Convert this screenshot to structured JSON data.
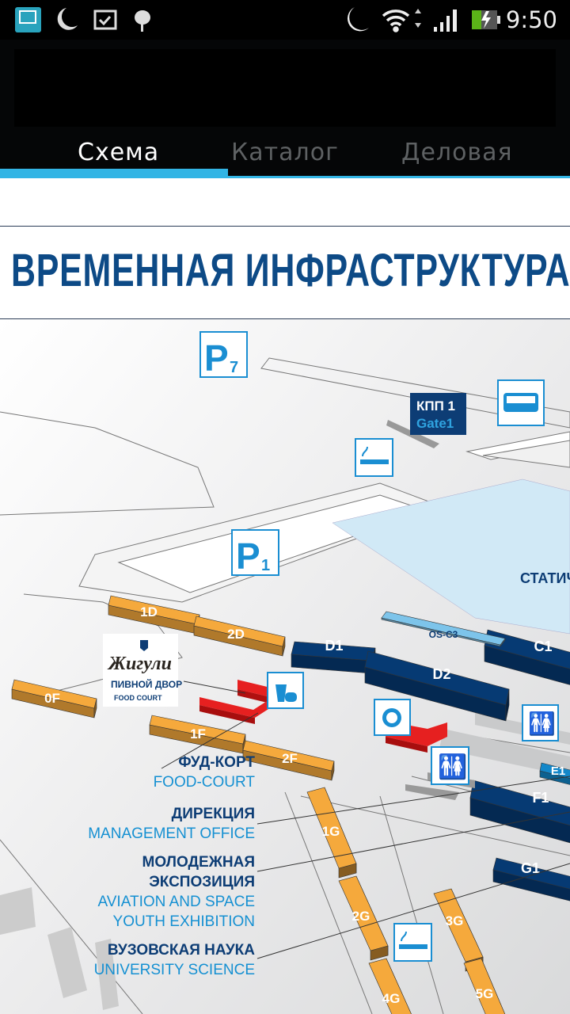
{
  "status_bar": {
    "time": "9:50",
    "icons": [
      "screen-cast-icon",
      "moon-icon",
      "clipboard-check-icon",
      "android-icon",
      "do-not-disturb-moon-icon",
      "wifi-icon",
      "signal-icon",
      "battery-charging-icon"
    ],
    "battery_color": "#5bb318"
  },
  "tabs": [
    {
      "label": "Схема",
      "selected": true
    },
    {
      "label": "Каталог"
    },
    {
      "label": "Деловая"
    }
  ],
  "accent": "#33b5e5",
  "map": {
    "title": "ВРЕМЕННАЯ ИНФРАСТРУКТУРА",
    "parking": [
      {
        "label": "P",
        "sub": "7"
      },
      {
        "label": "P",
        "sub": "1"
      }
    ],
    "gate": {
      "ru": "КПП 1",
      "en": "Gate1"
    },
    "static_area": "СТАТИЧ",
    "food_logo": {
      "brand": "Жигули",
      "line1": "ПИВНОЙ ДВОР",
      "line2": "FOOD COURT"
    },
    "buildings": [
      {
        "label": "1D",
        "color": "#f5a93c"
      },
      {
        "label": "2D",
        "color": "#f5a93c"
      },
      {
        "label": "0F",
        "color": "#f5a93c"
      },
      {
        "label": "1F",
        "color": "#f5a93c"
      },
      {
        "label": "2F",
        "color": "#f5a93c"
      },
      {
        "label": "D1",
        "color": "#063a73"
      },
      {
        "label": "D2",
        "color": "#063a73"
      },
      {
        "label": "C1",
        "color": "#063a73"
      },
      {
        "label": "F1",
        "color": "#063a73"
      },
      {
        "label": "G1",
        "color": "#063a73"
      },
      {
        "label": "E1",
        "color": "#1387c9"
      },
      {
        "label": "1G",
        "color": "#f5a93c"
      },
      {
        "label": "2G",
        "color": "#f5a93c"
      },
      {
        "label": "3G",
        "color": "#f5a93c"
      },
      {
        "label": "4G",
        "color": "#f5a93c"
      },
      {
        "label": "5G",
        "color": "#f5a93c"
      },
      {
        "label": "OS-C3",
        "color": "#7dc4ea"
      }
    ],
    "legend": [
      {
        "ru": "ФУД-КОРТ",
        "en": "FOOD-COURT"
      },
      {
        "ru": "ДИРЕКЦИЯ",
        "en": "MANAGEMENT OFFICE"
      },
      {
        "ru": "МОЛОДЕЖНАЯ",
        "ru2": "ЭКСПОЗИЦИЯ",
        "en": "AVIATION AND SPACE",
        "en2": "YOUTH EXHIBITION"
      },
      {
        "ru": "ВУЗОВСКАЯ НАУКА",
        "en": "UNIVERSITY SCIENCE"
      }
    ]
  }
}
